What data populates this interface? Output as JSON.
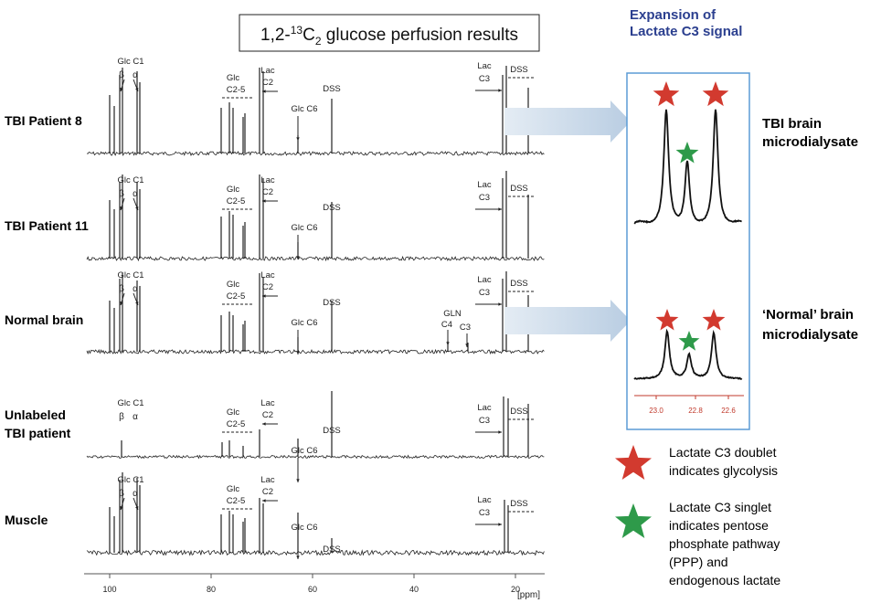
{
  "title": {
    "main": "1,2-",
    "sup": "13",
    "c": "C",
    "sub": "2",
    "rest": " glucose perfusion results"
  },
  "expansion_title": {
    "line1": "Expansion of",
    "line2": "Lactate C3 signal"
  },
  "samples": [
    {
      "label": "TBI Patient 8"
    },
    {
      "label": "TBI Patient 11"
    },
    {
      "label": "Normal brain"
    },
    {
      "label": "Unlabeled",
      "label2": "TBI patient"
    },
    {
      "label": "Muscle"
    }
  ],
  "peak_labels": {
    "glc_c1": "Glc C1",
    "beta": "β",
    "alpha": "α",
    "glc": "Glc",
    "c2_5": "C2-5",
    "lac": "Lac",
    "c2": "C2",
    "c3": "C3",
    "glc_c6": "Glc C6",
    "dss": "DSS",
    "gln": "GLN",
    "c4": "C4"
  },
  "x_axis": {
    "ticks": [
      "100",
      "80",
      "60",
      "40",
      "20"
    ],
    "unit": "[ppm]"
  },
  "inset": {
    "label_top_1": "TBI brain",
    "label_top_2": "microdialysate",
    "label_bottom_1": "‘Normal’ brain",
    "label_bottom_2": "microdialysate",
    "ticks": [
      "23.0",
      "22.8",
      "22.6"
    ]
  },
  "legend": [
    {
      "color": "#d23a2f",
      "lines": [
        "Lactate C3 doublet",
        "indicates glycolysis"
      ]
    },
    {
      "color": "#2e9a4a",
      "lines": [
        "Lactate C3 singlet",
        "indicates pentose",
        "phosphate pathway",
        "(PPP) and",
        "endogenous lactate"
      ]
    }
  ],
  "colors": {
    "red_star": "#d23a2f",
    "green_star": "#2e9a4a",
    "inset_border": "#5b9bd5",
    "title_blue": "#2b3f8f",
    "arrow": "#c5d5e6",
    "axis_red": "#c0392b"
  }
}
